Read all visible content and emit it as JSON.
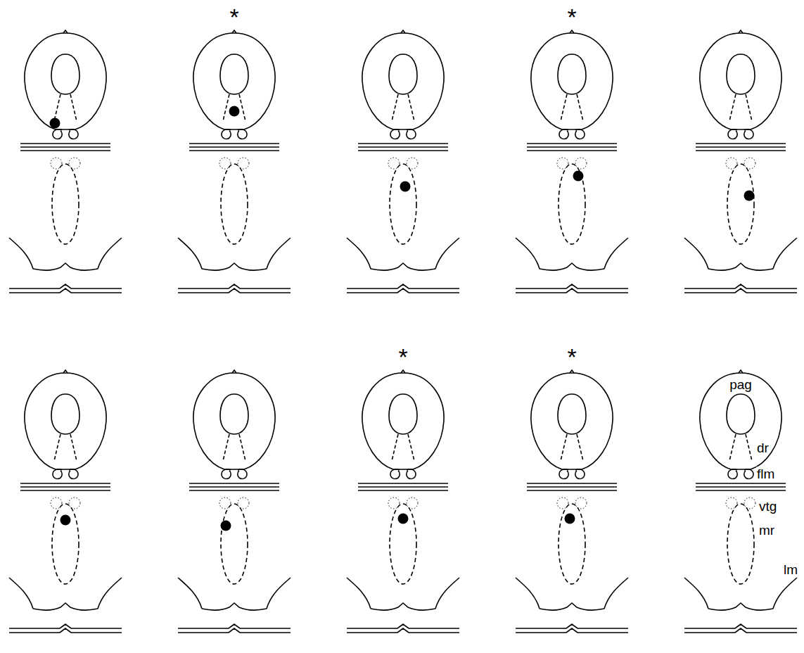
{
  "diagram": {
    "labels": [
      "*",
      "*",
      "*",
      "*",
      "pag",
      "dr",
      "flm",
      "vtg",
      "mr",
      "lm"
    ]
  }
}
